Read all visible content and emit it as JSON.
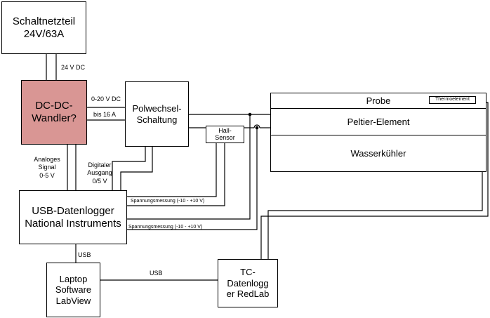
{
  "blocks": {
    "netzteil": "Schaltnetzteil\n24V/63A",
    "dcdc": "DC-DC-\nWandler?",
    "polwechsel": "Polwechsel-\nSchaltung",
    "probe": "Probe",
    "peltier": "Peltier-Element",
    "wasserkuehler": "Wasserkühler",
    "thermoelement": "Thermoelement",
    "hall": "Hall-\nSensor",
    "datenlogger": "USB-Datenlogger\nNational Instruments",
    "laptop": "Laptop\nSoftware\nLabView",
    "tc": "TC-\nDatenlogg\ner RedLab"
  },
  "labels": {
    "v24dc": "24 V DC",
    "v020dc": "0-20 V DC",
    "bis16a": "bis 16 A",
    "analog": "Analoges\nSignal\n0-5 V",
    "digital": "Digitaler\nAusgang\n0/5 V",
    "spannung1": "Spannungsmessung (-10 - +10 V)",
    "spannung2": "Spannungsmessung (-10 - +10 V)",
    "usb1": "USB",
    "usb2": "USB"
  }
}
